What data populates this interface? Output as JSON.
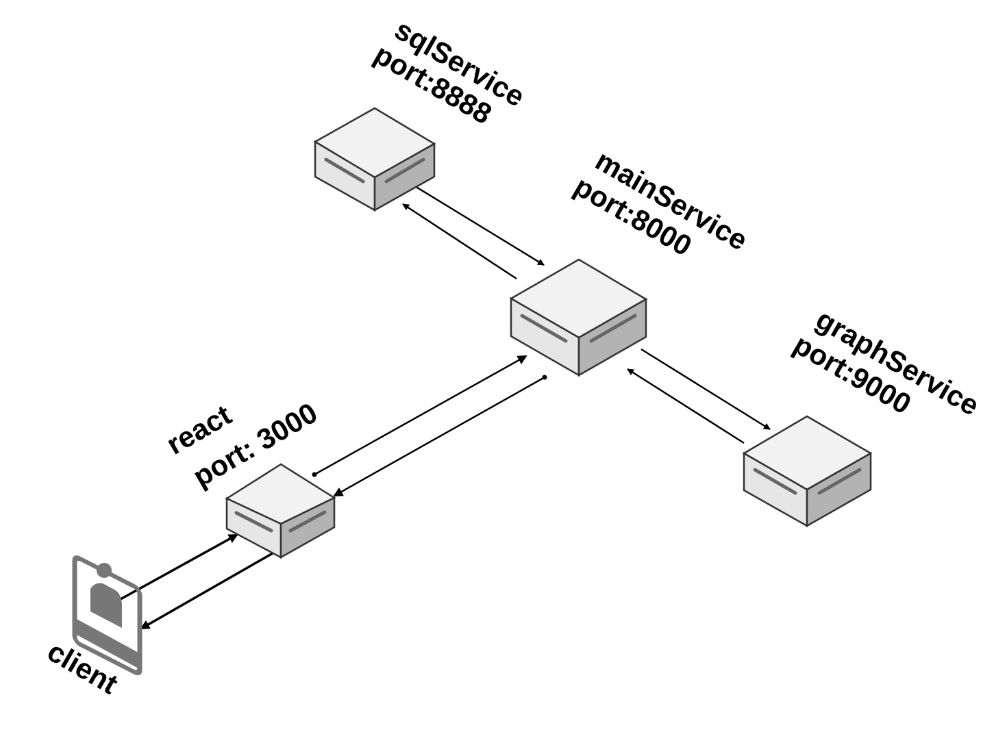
{
  "nodes": [
    {
      "id": "sql",
      "name_label": "sqlService",
      "port_label": "port:8888"
    },
    {
      "id": "main",
      "name_label": "mainService",
      "port_label": "port:8000"
    },
    {
      "id": "graph",
      "name_label": "graphService",
      "port_label": "port:9000"
    },
    {
      "id": "react",
      "name_label": "react",
      "port_label": "port: 3000"
    },
    {
      "id": "client",
      "name_label": "client"
    }
  ],
  "edges": [
    {
      "from": "main",
      "to": "sql"
    },
    {
      "from": "sql",
      "to": "main"
    },
    {
      "from": "main",
      "to": "graph"
    },
    {
      "from": "graph",
      "to": "main"
    },
    {
      "from": "react",
      "to": "main"
    },
    {
      "from": "main",
      "to": "react"
    },
    {
      "from": "client",
      "to": "react"
    },
    {
      "from": "react",
      "to": "client"
    }
  ],
  "colors": {
    "server_top": "#f2f2f2",
    "server_left": "#e6e6e6",
    "server_right": "#b3b3b3",
    "server_stroke": "#333333",
    "slot": "#666666",
    "client_icon": "#777777"
  }
}
